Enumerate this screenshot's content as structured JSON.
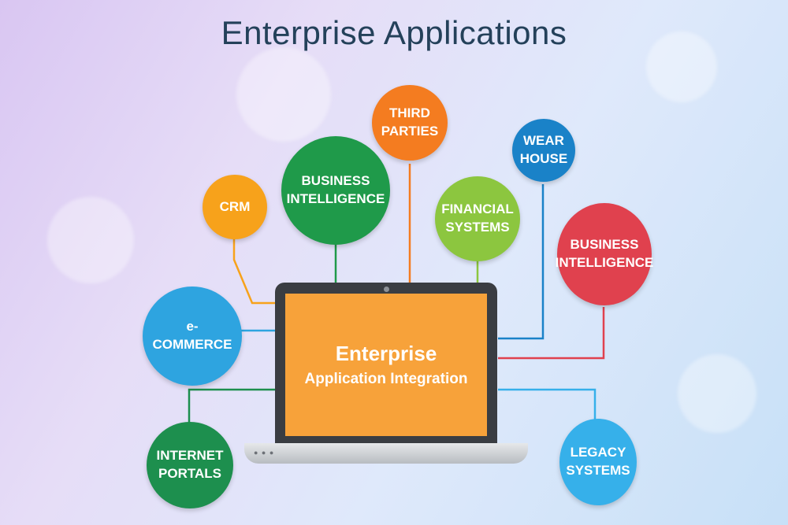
{
  "title": "Enterprise Applications",
  "center": {
    "line1": "Enterprise",
    "line2": "Application Integration",
    "screen_color": "#f7a23a"
  },
  "nodes": [
    {
      "id": "crm",
      "lines": [
        "CRM"
      ],
      "color": "#f7a21b"
    },
    {
      "id": "business-intelligence-green",
      "lines": [
        "BUSINESS",
        "INTELLIGENCE"
      ],
      "color": "#1f9a4a"
    },
    {
      "id": "third-parties",
      "lines": [
        "THIRD",
        "PARTIES"
      ],
      "color": "#f47c20"
    },
    {
      "id": "financial-systems",
      "lines": [
        "FINANCIAL",
        "SYSTEMS"
      ],
      "color": "#8cc63f"
    },
    {
      "id": "wear-house",
      "lines": [
        "WEAR",
        "HOUSE"
      ],
      "color": "#1a82c8"
    },
    {
      "id": "business-intelligence-red",
      "lines": [
        "BUSINESS",
        "INTELLIGENCE"
      ],
      "color": "#e0414e"
    },
    {
      "id": "e-commerce",
      "lines": [
        "e-",
        "COMMERCE"
      ],
      "color": "#2ea4e0"
    },
    {
      "id": "internet-portals",
      "lines": [
        "INTERNET",
        "PORTALS"
      ],
      "color": "#1d8f4e"
    },
    {
      "id": "legacy-systems",
      "lines": [
        "LEGACY",
        "SYSTEMS"
      ],
      "color": "#36b0ea"
    }
  ]
}
